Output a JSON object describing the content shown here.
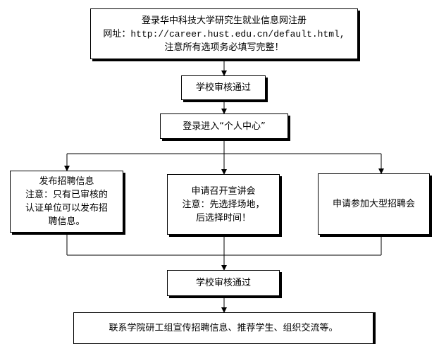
{
  "flowchart": {
    "register": {
      "line1": "登录华中科技大学研究生就业信息网注册",
      "line2_label": "网址：",
      "line2_url": "http://career.hust.edu.cn/default.html,",
      "line3": "注意所有选项务必填写完整！"
    },
    "review_1": "学校审核通过",
    "login": "登录进入“个人中心”",
    "publish": {
      "line1": "发布招聘信息",
      "line2": "注意：只有已审核的",
      "line3": "认证单位可以发布招",
      "line4": "聘信息。"
    },
    "presentation": {
      "line1": "申请召开宣讲会",
      "line2": "注意：先选择场地，",
      "line3": "后选择时间！"
    },
    "job_fair": "申请参加大型招聘会",
    "review_2": "学校审核通过",
    "contact": "联系学院研工组宣传招聘信息、推荐学生、组织交流等。"
  }
}
